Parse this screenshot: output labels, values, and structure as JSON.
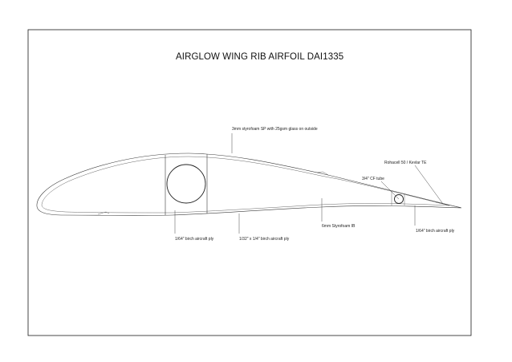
{
  "title": "AIRGLOW WING RIB AIRFOIL DAI1335",
  "labels": {
    "skin": "3mm styrofoam SP with 25gsm glass on outside",
    "te": "Rohacell 50 / Kevlar TE",
    "cf_tube": "3/4\" CF tube",
    "ply_left": "1/64\" birch aircraft ply",
    "ply_strip": "1/32\" x 1/4\" birch aircraft ply",
    "styrofoam": "6mm Styrofoam IB",
    "ply_right": "1/64\" birch aircraft ply"
  }
}
